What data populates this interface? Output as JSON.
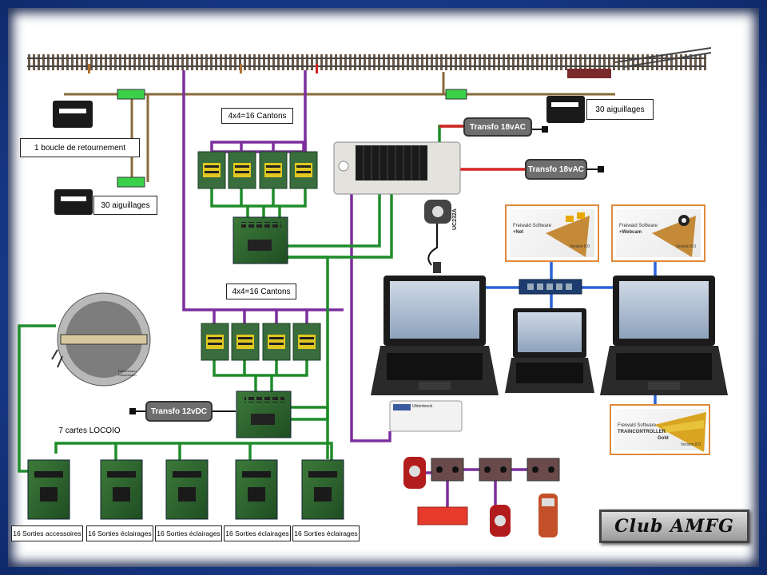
{
  "labels": {
    "boucle": "1 boucle de retournement",
    "aiguillages_left": "30 aiguillages",
    "aiguillages_right": "30 aiguillages",
    "cantons_top": "4x4=16 Cantons",
    "cantons_mid": "4x4=16 Cantons",
    "locoio": "7 cartes LOCOIO",
    "out_1": "16 Sorties accessoires",
    "out_2": "16 Sorties éclairages",
    "out_3": "16 Sorties éclairages",
    "out_4": "16 Sorties éclairages",
    "out_5": "16 Sorties éclairages"
  },
  "transformers": {
    "t1": "Transfo 18vAC",
    "t2": "Transfo 18vAC",
    "t3": "Transfo 12vDC"
  },
  "devices": {
    "uc232a": "UC232A",
    "turntable_caption_1": "Fleischmann",
    "turntable_caption_2": "Fleischmann"
  },
  "software": {
    "itrain_net_title": "Freiwald Software",
    "itrain_net_name": "+Net",
    "itrain_net_version": "Version 8.0",
    "traincontroller_silver_title": "Freiwald Software",
    "traincontroller_silver_name": "+Webcam",
    "traincontroller_silver_version": "Version 8.0",
    "traincontroller_gold_title": "Freiwald Software",
    "traincontroller_gold_name": "TRAINCONTROLLER",
    "traincontroller_gold_edition": "Gold",
    "traincontroller_gold_version": "Version 8.0"
  },
  "hub": {
    "title": "Uhlenbrock"
  },
  "club": "Club AMFG",
  "colors": {
    "purple": "#7b2f9e",
    "green": "#1f8c2a",
    "blue": "#2c62d8",
    "red": "#d62424",
    "track_brown": "#8a6a3a",
    "frame_blue": "#1e3f8c",
    "orange_border": "#e08a3c"
  }
}
